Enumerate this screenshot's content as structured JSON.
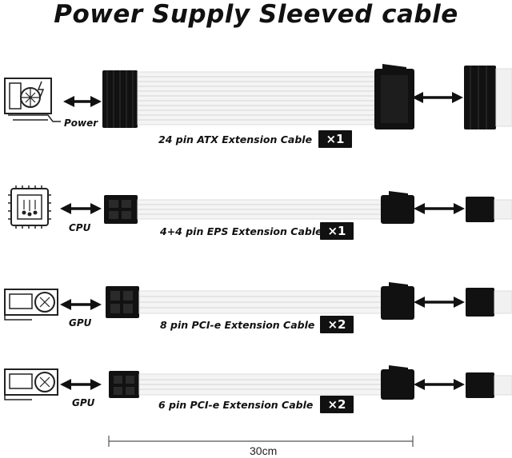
{
  "title": "Power Supply Sleeved cable",
  "rows": [
    {
      "device": "Power",
      "cable": "24 pin ATX Extension Cable",
      "qty": "×1",
      "device_icon": "gpu-psu-icon"
    },
    {
      "device": "CPU",
      "cable": "4+4 pin EPS Extension Cable",
      "qty": "×1",
      "device_icon": "cpu-chip-icon"
    },
    {
      "device": "GPU",
      "cable": "8 pin PCI-e Extension Cable",
      "qty": "×2",
      "device_icon": "graphics-card-icon"
    },
    {
      "device": "GPU",
      "cable": "6 pin PCI-e Extension Cable",
      "qty": "×2",
      "device_icon": "graphics-card-icon"
    }
  ],
  "length": "30cm",
  "colors": {
    "sleeve": "#f4f4f4",
    "connector": "#111111",
    "text": "#111111"
  }
}
